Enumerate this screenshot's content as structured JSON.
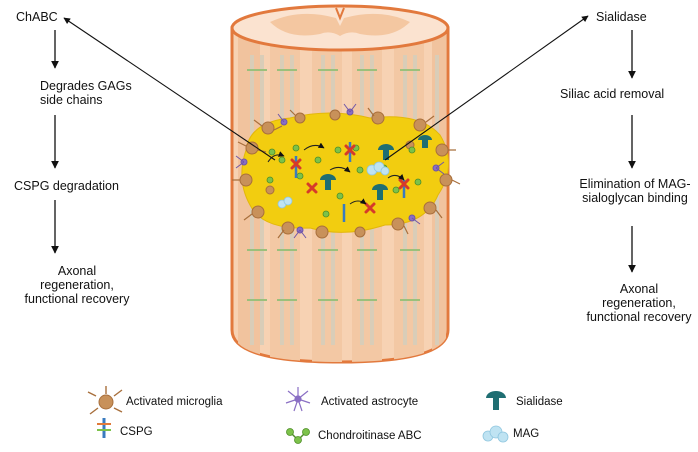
{
  "left_flow": {
    "step1": "ChABC",
    "step2": "Degrades GAGs side chains",
    "step3": "CSPG degradation",
    "step4": "Axonal regeneration, functional recovery"
  },
  "right_flow": {
    "step1": "Sialidase",
    "step2": "Siliac acid removal",
    "step3": "Elimination of MAG-sialoglycan binding",
    "step4": "Axonal regeneration, functional recovery"
  },
  "legend": {
    "microglia": "Activated  microglia",
    "astrocyte": "Activated astrocyte",
    "sialidase": "Sialidase",
    "cspg": "CSPG",
    "chabc": "Chondroitinase ABC",
    "mag": "MAG"
  },
  "colors": {
    "cord_fill": "#f7d2b3",
    "cord_outline": "#e2793d",
    "lesion": "#f2cd10",
    "microglia": "#c8915a",
    "astrocyte": "#8a6fc4",
    "sialidase": "#1f6e72",
    "chabc": "#7cc24a",
    "block_x": "#d63a2a"
  }
}
